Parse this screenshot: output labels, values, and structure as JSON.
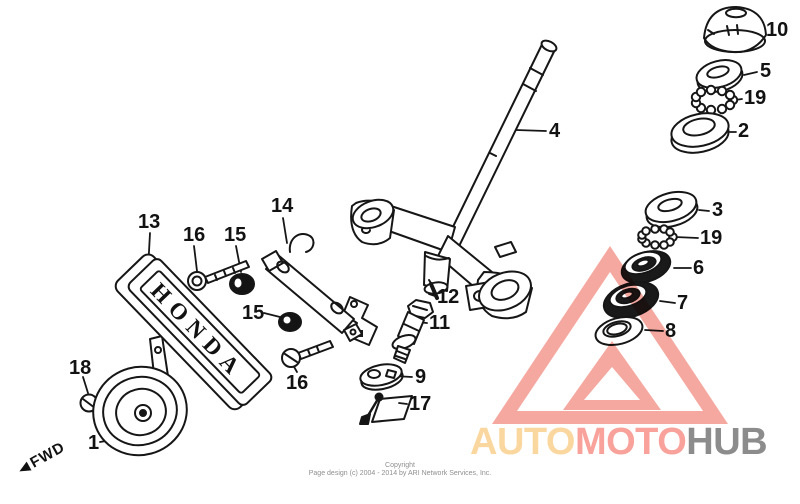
{
  "diagram": {
    "subject": "steering-stem-exploded-view",
    "emblem": {
      "text": "HONDA"
    }
  },
  "direction_indicator": {
    "label": "FWD"
  },
  "footer": {
    "line1": "Copyright",
    "line2": "Page design (c) 2004 - 2014 by ARI Network Services, Inc."
  },
  "watermark": {
    "triangle_color": "#F4998F",
    "segments": [
      {
        "name": "auto",
        "text": "AUTO",
        "color": "#FBD7A0"
      },
      {
        "name": "moto",
        "text": "MOTO",
        "color": "#F8A29B"
      },
      {
        "name": "hub",
        "text": "HUB",
        "color": "#8C8C8C"
      }
    ]
  },
  "part_labels": [
    {
      "text": "10"
    },
    {
      "text": "5"
    },
    {
      "text": "19"
    },
    {
      "text": "2"
    },
    {
      "text": "4"
    },
    {
      "text": "3"
    },
    {
      "text": "19"
    },
    {
      "text": "6"
    },
    {
      "text": "7"
    },
    {
      "text": "8"
    },
    {
      "text": "13"
    },
    {
      "text": "16"
    },
    {
      "text": "15"
    },
    {
      "text": "14"
    },
    {
      "text": "15"
    },
    {
      "text": "16"
    },
    {
      "text": "12"
    },
    {
      "text": "11"
    },
    {
      "text": "9"
    },
    {
      "text": "17"
    },
    {
      "text": "18"
    },
    {
      "text": "1"
    }
  ]
}
